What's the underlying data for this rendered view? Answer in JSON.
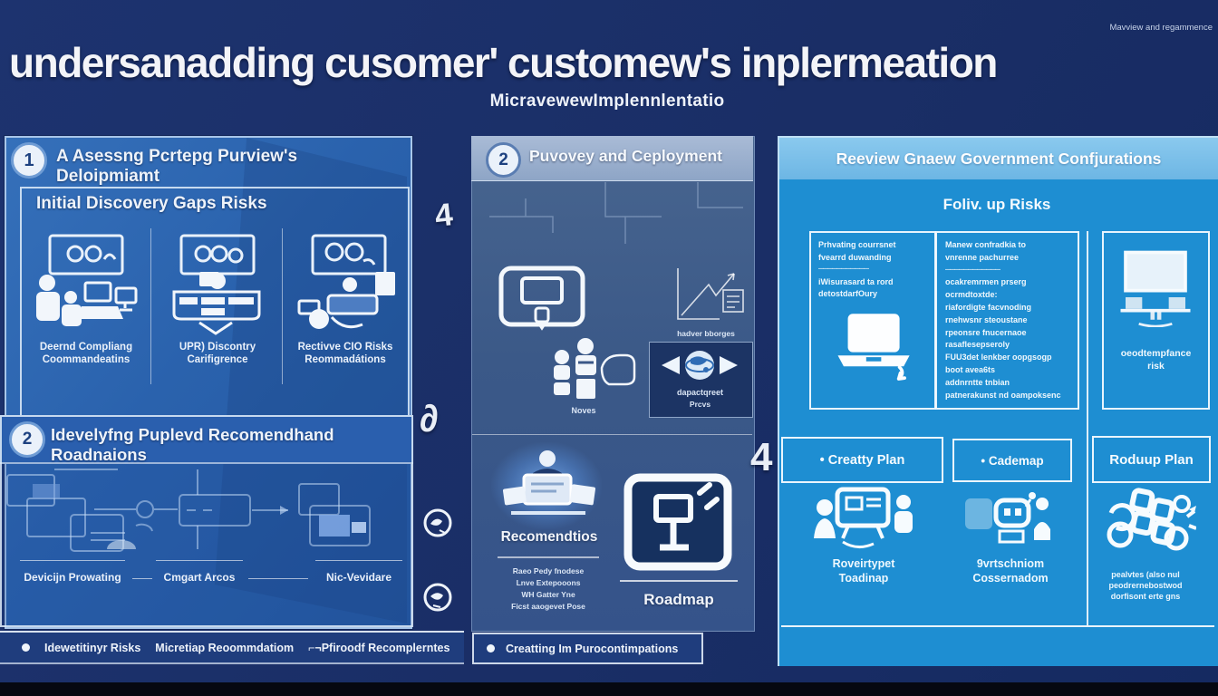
{
  "colors": {
    "background": "#1a2e66",
    "panel1": "#2a62ad",
    "panel2": "#3b5988",
    "panel3": "#1e8ed2",
    "panel3_header": "#79c0ea",
    "footer_bar": "#1f3d7d",
    "text": "#f2f5fa"
  },
  "header": {
    "note": "Mavview and regammence",
    "title": "undersanadding cusomer' customew's inplermeation",
    "subtitle": "MicravewewImplennlentatio"
  },
  "panel1": {
    "badge": "1",
    "title": "A Asessng Pcrtepg Purview's Deloipmiamt",
    "discovery": {
      "heading": "Initial Discovery Gaps Risks",
      "items": [
        {
          "line1": "Deernd Compliang",
          "line2": "Coommandeatins"
        },
        {
          "line1": "UPR) Discontry",
          "line2": "Carifigrence"
        },
        {
          "line1": "Rectivve CIO Risks",
          "line2": "Reommadátions"
        }
      ]
    },
    "roadmap_section": {
      "badge": "2",
      "title": "Idevelyfng Puplevd Recomendhand Roadnaions",
      "steps": [
        "Devicijn Prowating",
        "Cmgart Arcos",
        "Nic-Vevidare"
      ]
    },
    "footer": {
      "bullet": "•",
      "item1": "Idewetitinyr Risks",
      "item2": "Micretiap Reoommdatiom",
      "item3": "⌐¬Pfiroodf Recomplerntes"
    }
  },
  "margin_glyphs": {
    "four": "4",
    "curl": "∂"
  },
  "panel2": {
    "badge": "2",
    "title": "Puvovey and Ceployment",
    "chart_caption": "hadver bborges",
    "globe_box": {
      "line1": "dapactqreet",
      "line2": "Prcvs"
    },
    "people_caption": "Noves",
    "recommendations_label": "Recomendtios",
    "notes": [
      "Raeo Pedy fnodese",
      "Lnve Extepooons",
      "WH Gatter Yne",
      "Ficst aaogevet Pose"
    ],
    "roadmap_label": "Roadmap",
    "footer": {
      "bullet": "•",
      "text": "Creatting Im Purocontimpations"
    }
  },
  "margin_number": "4",
  "panel3": {
    "title": "Reeview Gnaew Government Confjurations",
    "subtitle": "Foliv. up Risks",
    "note_box1": [
      "Prhvating courrsnet",
      "fvearrd duwanding",
      "———————————",
      "iWisurasard ta rord",
      "detostdarfOury"
    ],
    "note_box2": [
      "Manew confradkia to",
      "vnrenne pachurree",
      "————————————",
      "ocakremrmen prserg",
      "ocrmdtoxtde:",
      "riafordigte facvnoding",
      "rnehwsnr steoustane",
      "rpeonsre fnucernaoe",
      "rasaflesepseroly",
      "FUU3det lenkber oopgsogp",
      "boot avea6ts",
      "addnrntte tnbian",
      "patnerakunst nd oampoksenc"
    ],
    "monitor_box": {
      "line1": "oeodtempfance",
      "line2": "risk"
    },
    "tabs": [
      "• Creatty Plan",
      "• Cademap",
      "Roduup Plan"
    ],
    "cards": [
      {
        "line1": "Roveirtypet",
        "line2": "Toadinap"
      },
      {
        "line1": "9vrtschniom",
        "line2": "Cossernadom"
      }
    ],
    "card3_lines": [
      "pealvtes (also nul",
      "peodrernebostwod",
      "dorfisont erte gns"
    ]
  }
}
